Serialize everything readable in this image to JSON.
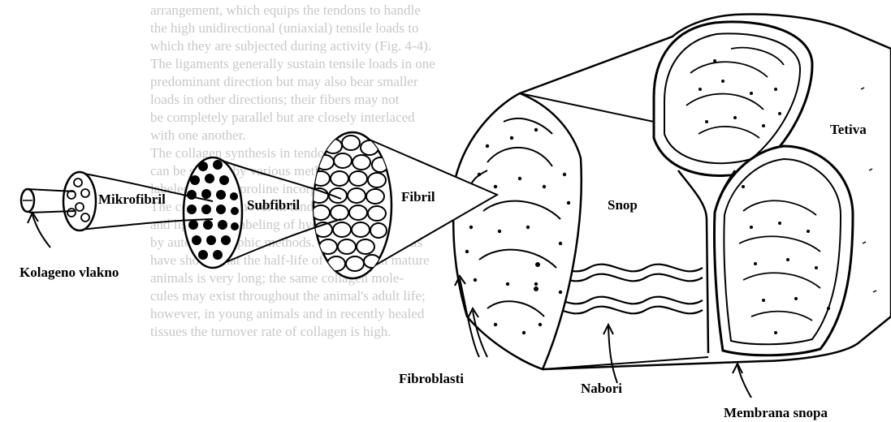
{
  "labels": {
    "mikrofibril": "Mikrofibril",
    "subfibril": "Subfibril",
    "fibril": "Fibril",
    "snop": "Snop",
    "tetiva": "Tetiva",
    "kolageno_vlakno": "Kolageno vlakno",
    "fibroblasti": "Fibroblasti",
    "nabori": "Nabori",
    "membrana_snopa": "Membrana snopa"
  },
  "background_text": [
    "arrangement, which equips the tendons to handle",
    "the high unidirectional (uniaxial) tensile loads to",
    "which they are subjected during activity (Fig. 4-4).",
    "The ligaments generally sustain tensile loads in one",
    "predominant direction but may also bear smaller",
    "loads in other directions; their fibers may not",
    "be completely parallel but are closely interlaced",
    "with one another.",
    "The collagen synthesis in tendon fibroblasts",
    "can be studied by various methods, including",
    "labeled hydroxyproline incorporation.",
    "The collagen turnover in tendons",
    "and ligaments (labeling of hydroxyproline) analyzed",
    "by autoradiographic methods. Studies on animals",
    "have shown that the half-life of collagen in mature",
    "animals is very long; the same collagen mole-",
    "cules may exist throughout the animal's adult life;",
    "however, in young animals and in recently healed",
    "tissues the turnover rate of collagen is high."
  ]
}
